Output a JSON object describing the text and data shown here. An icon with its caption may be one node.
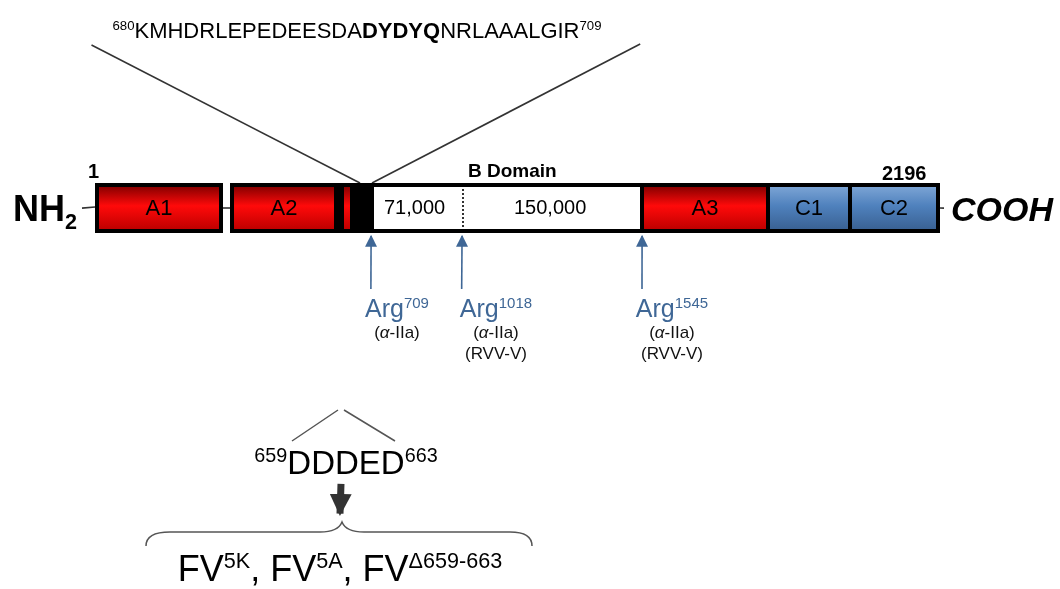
{
  "diagram": {
    "nodes": [
      {
        "text": [
          "$^{680}$KMHDRLEPEDEESDA**DYDYQ**NRLAAALGIR$^{709}$"
        ]
      },
      {
        "text": [
          "NH$_{2}$"
        ]
      },
      {
        "text": [
          "A1"
        ]
      },
      {
        "text": [
          "A2"
        ]
      },
      {
        "text": [],
        "shape": "box"
      },
      {
        "text": [],
        "shape": "bar"
      },
      {
        "text": [
          "B Domain",
          "71,000",
          "150,000"
        ]
      },
      {
        "text": [
          "A3"
        ]
      },
      {
        "text": [
          "C1"
        ]
      },
      {
        "text": [
          "C2"
        ]
      },
      {
        "text": [
          "COOH"
        ]
      },
      {
        "text": [
          "Arg$^{709}$",
          "(*α*-IIa)"
        ]
      },
      {
        "text": [
          "Arg$^{1018}$",
          "(*α*-IIa)",
          "(RVV-V)"
        ]
      },
      {
        "text": [
          "Arg$^{1545}$",
          "(*α*-IIa)",
          "(RVV-V)"
        ]
      },
      {
        "text": [
          "$^{659}$DDDED$^{663}$"
        ]
      },
      {
        "text": [
          "FV$^{5K}$, FV$^{5A}$, FV$^{Δ659-663}$"
        ]
      }
    ],
    "edges": [
      {
        "from": 5,
        "to": 0,
        "arrow": "none"
      },
      {
        "from": 5,
        "to": 0,
        "arrow": "none"
      },
      {
        "from": 1,
        "to": 2,
        "arrow": "none"
      },
      {
        "from": 2,
        "to": 3,
        "arrow": "none"
      },
      {
        "from": 9,
        "to": 10,
        "arrow": "none"
      },
      {
        "from": 11,
        "to": 6,
        "arrow": "to",
        "color": "#3f6796"
      },
      {
        "from": 12,
        "to": 6,
        "arrow": "to",
        "color": "#3f6796"
      },
      {
        "from": 13,
        "to": 6,
        "arrow": "to",
        "color": "#3f6796"
      },
      {
        "from": 14,
        "to": 15,
        "arrow": "to",
        "style": "thick"
      }
    ],
    "labels": [
      "1",
      "2196"
    ]
  }
}
